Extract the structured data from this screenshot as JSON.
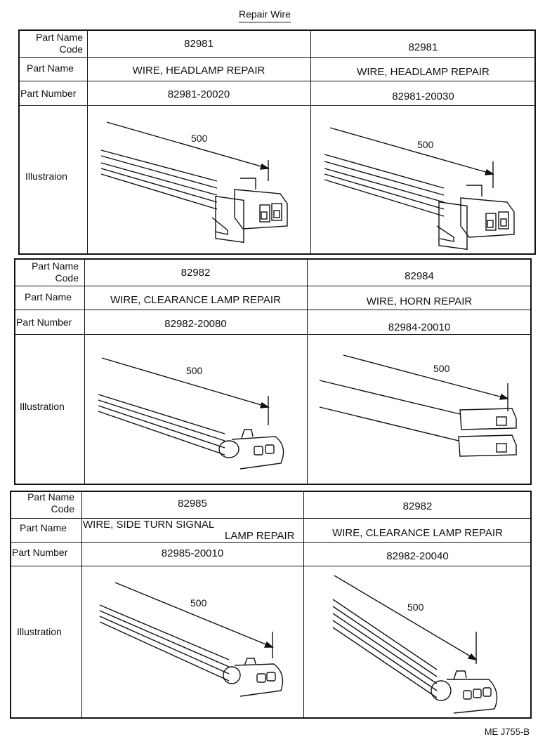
{
  "page": {
    "title": "Repair Wire",
    "footer_code": "ME J755-B"
  },
  "row_labels": {
    "part_name_code": [
      "Part Name",
      "Code"
    ],
    "part_name": "Part Name",
    "part_number": "Part Number",
    "illustration_top": "Illustraion",
    "illustration": "Illustration"
  },
  "tables": [
    {
      "left": {
        "code": "82981",
        "name": "WIRE, HEADLAMP REPAIR",
        "number": "82981-20020",
        "length": "500"
      },
      "right": {
        "code": "82981",
        "name": "WIRE, HEADLAMP REPAIR",
        "number": "82981-20030",
        "length": "500"
      }
    },
    {
      "left": {
        "code": "82982",
        "name": "WIRE, CLEARANCE LAMP REPAIR",
        "number": "82982-20080",
        "length": "500"
      },
      "right": {
        "code": "82984",
        "name": "WIRE, HORN REPAIR",
        "number": "82984-20010",
        "length": "500"
      }
    },
    {
      "left": {
        "code": "82985",
        "name_line1": "WIRE, SIDE TURN SIGNAL",
        "name_line2": "LAMP REPAIR",
        "number": "82985-20010",
        "length": "500"
      },
      "right": {
        "code": "82982",
        "name": "WIRE, CLEARANCE LAMP REPAIR",
        "number": "82982-20040",
        "length": "500"
      }
    }
  ]
}
